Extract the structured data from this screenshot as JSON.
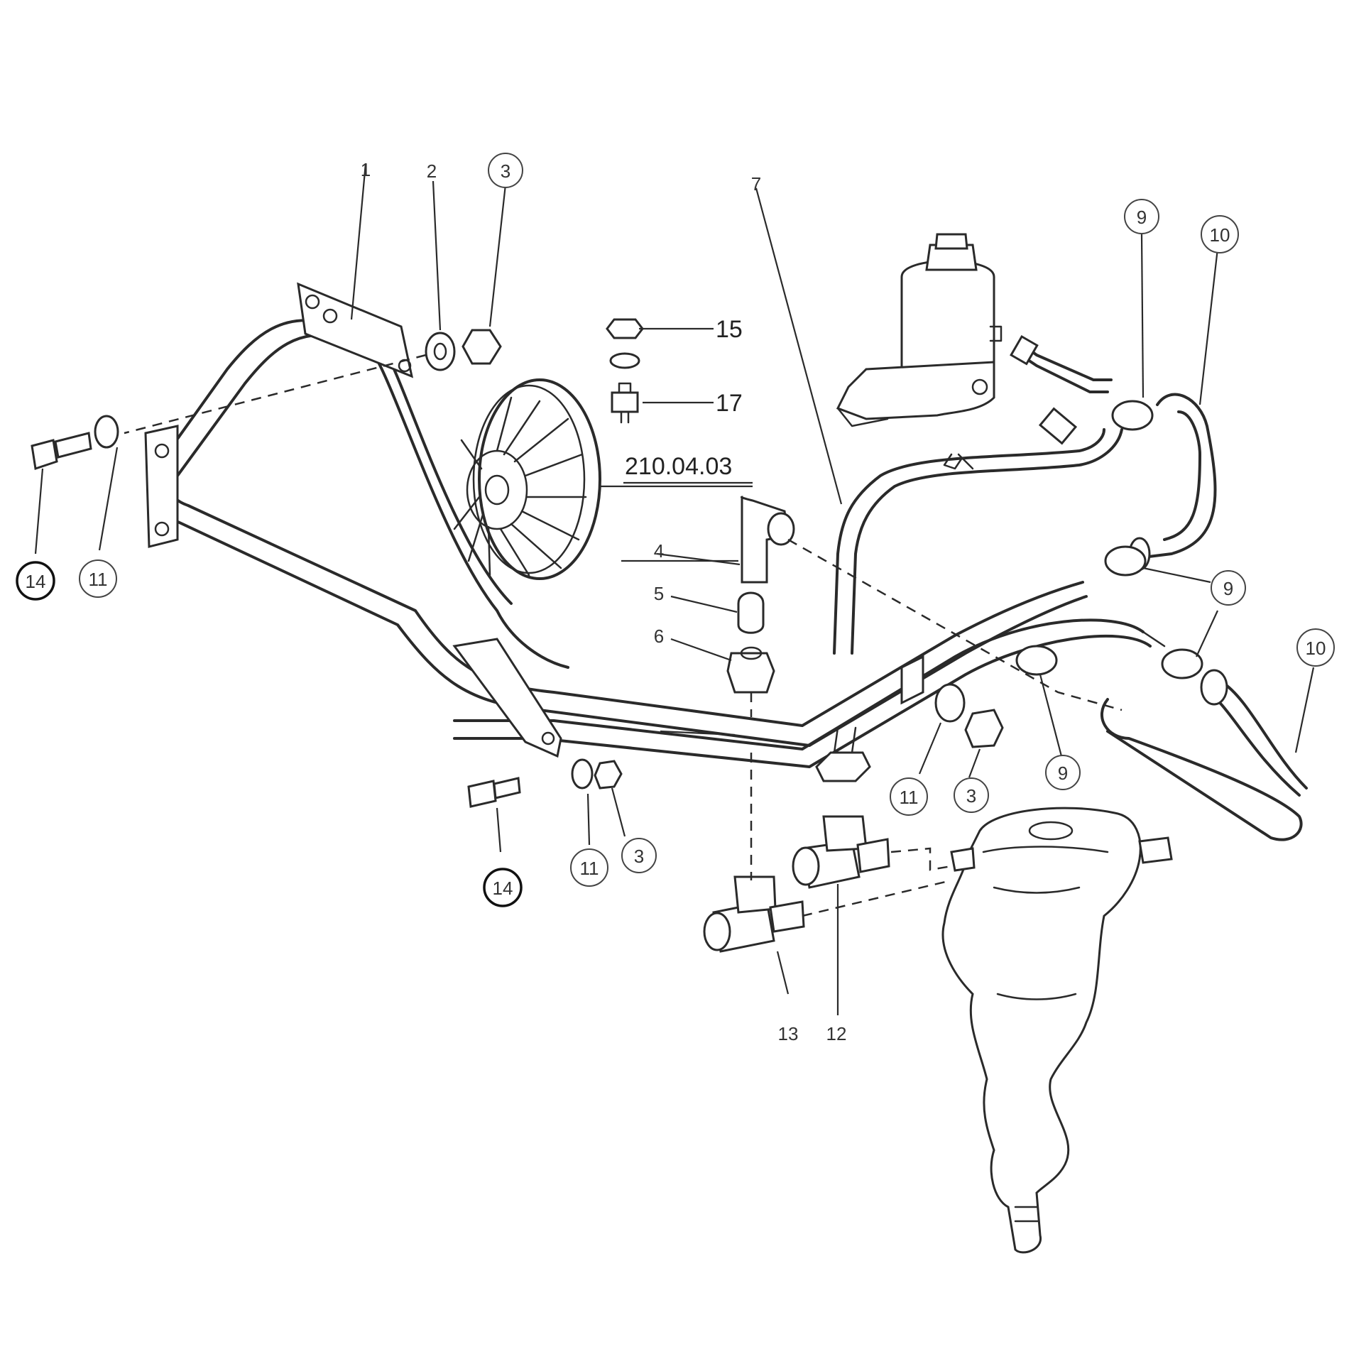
{
  "figure": {
    "assembly_ref": "210.04.03",
    "callouts": [
      {
        "id": "c1",
        "label": "1"
      },
      {
        "id": "c2",
        "label": "2"
      },
      {
        "id": "c3a",
        "label": "3"
      },
      {
        "id": "c3b",
        "label": "3"
      },
      {
        "id": "c3c",
        "label": "3"
      },
      {
        "id": "c4",
        "label": "4"
      },
      {
        "id": "c5",
        "label": "5"
      },
      {
        "id": "c6",
        "label": "6"
      },
      {
        "id": "c7",
        "label": "7"
      },
      {
        "id": "c9a",
        "label": "9"
      },
      {
        "id": "c9b",
        "label": "9"
      },
      {
        "id": "c9c",
        "label": "9"
      },
      {
        "id": "c10a",
        "label": "10"
      },
      {
        "id": "c10b",
        "label": "10"
      },
      {
        "id": "c11a",
        "label": "11"
      },
      {
        "id": "c11b",
        "label": "11"
      },
      {
        "id": "c11c",
        "label": "11"
      },
      {
        "id": "c12",
        "label": "12"
      },
      {
        "id": "c13",
        "label": "13"
      },
      {
        "id": "c14a",
        "label": "14"
      },
      {
        "id": "c14b",
        "label": "14"
      },
      {
        "id": "c15",
        "label": "15"
      },
      {
        "id": "c17",
        "label": "17"
      }
    ]
  }
}
